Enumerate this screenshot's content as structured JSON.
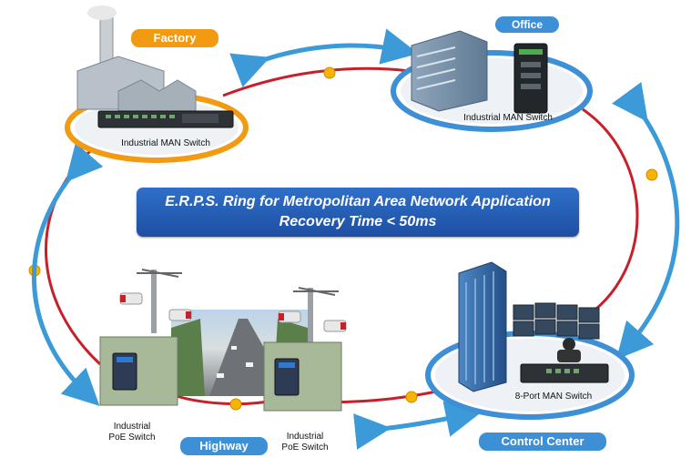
{
  "banner": {
    "line1": "E.R.P.S. Ring for Metropolitan Area Network Application",
    "line2": "Recovery Time < 50ms"
  },
  "sites": {
    "factory": {
      "title": "Factory",
      "device": "Industrial MAN Switch"
    },
    "office": {
      "title": "Office",
      "device": "Industrial MAN Switch"
    },
    "control_center": {
      "title": "Control Center",
      "device": "8-Port MAN Switch"
    },
    "highway": {
      "title": "Highway",
      "device_left_line1": "Industrial",
      "device_left_line2": "PoE Switch",
      "device_right_line1": "Industrial",
      "device_right_line2": "PoE Switch"
    }
  },
  "colors": {
    "ring": "#c8202a",
    "arrow": "#3c9ad8",
    "factory_pill": "#f29a12",
    "blue_pill": "#3d8fd6",
    "banner": "#2563b6",
    "node_marker": "#f5b400"
  }
}
